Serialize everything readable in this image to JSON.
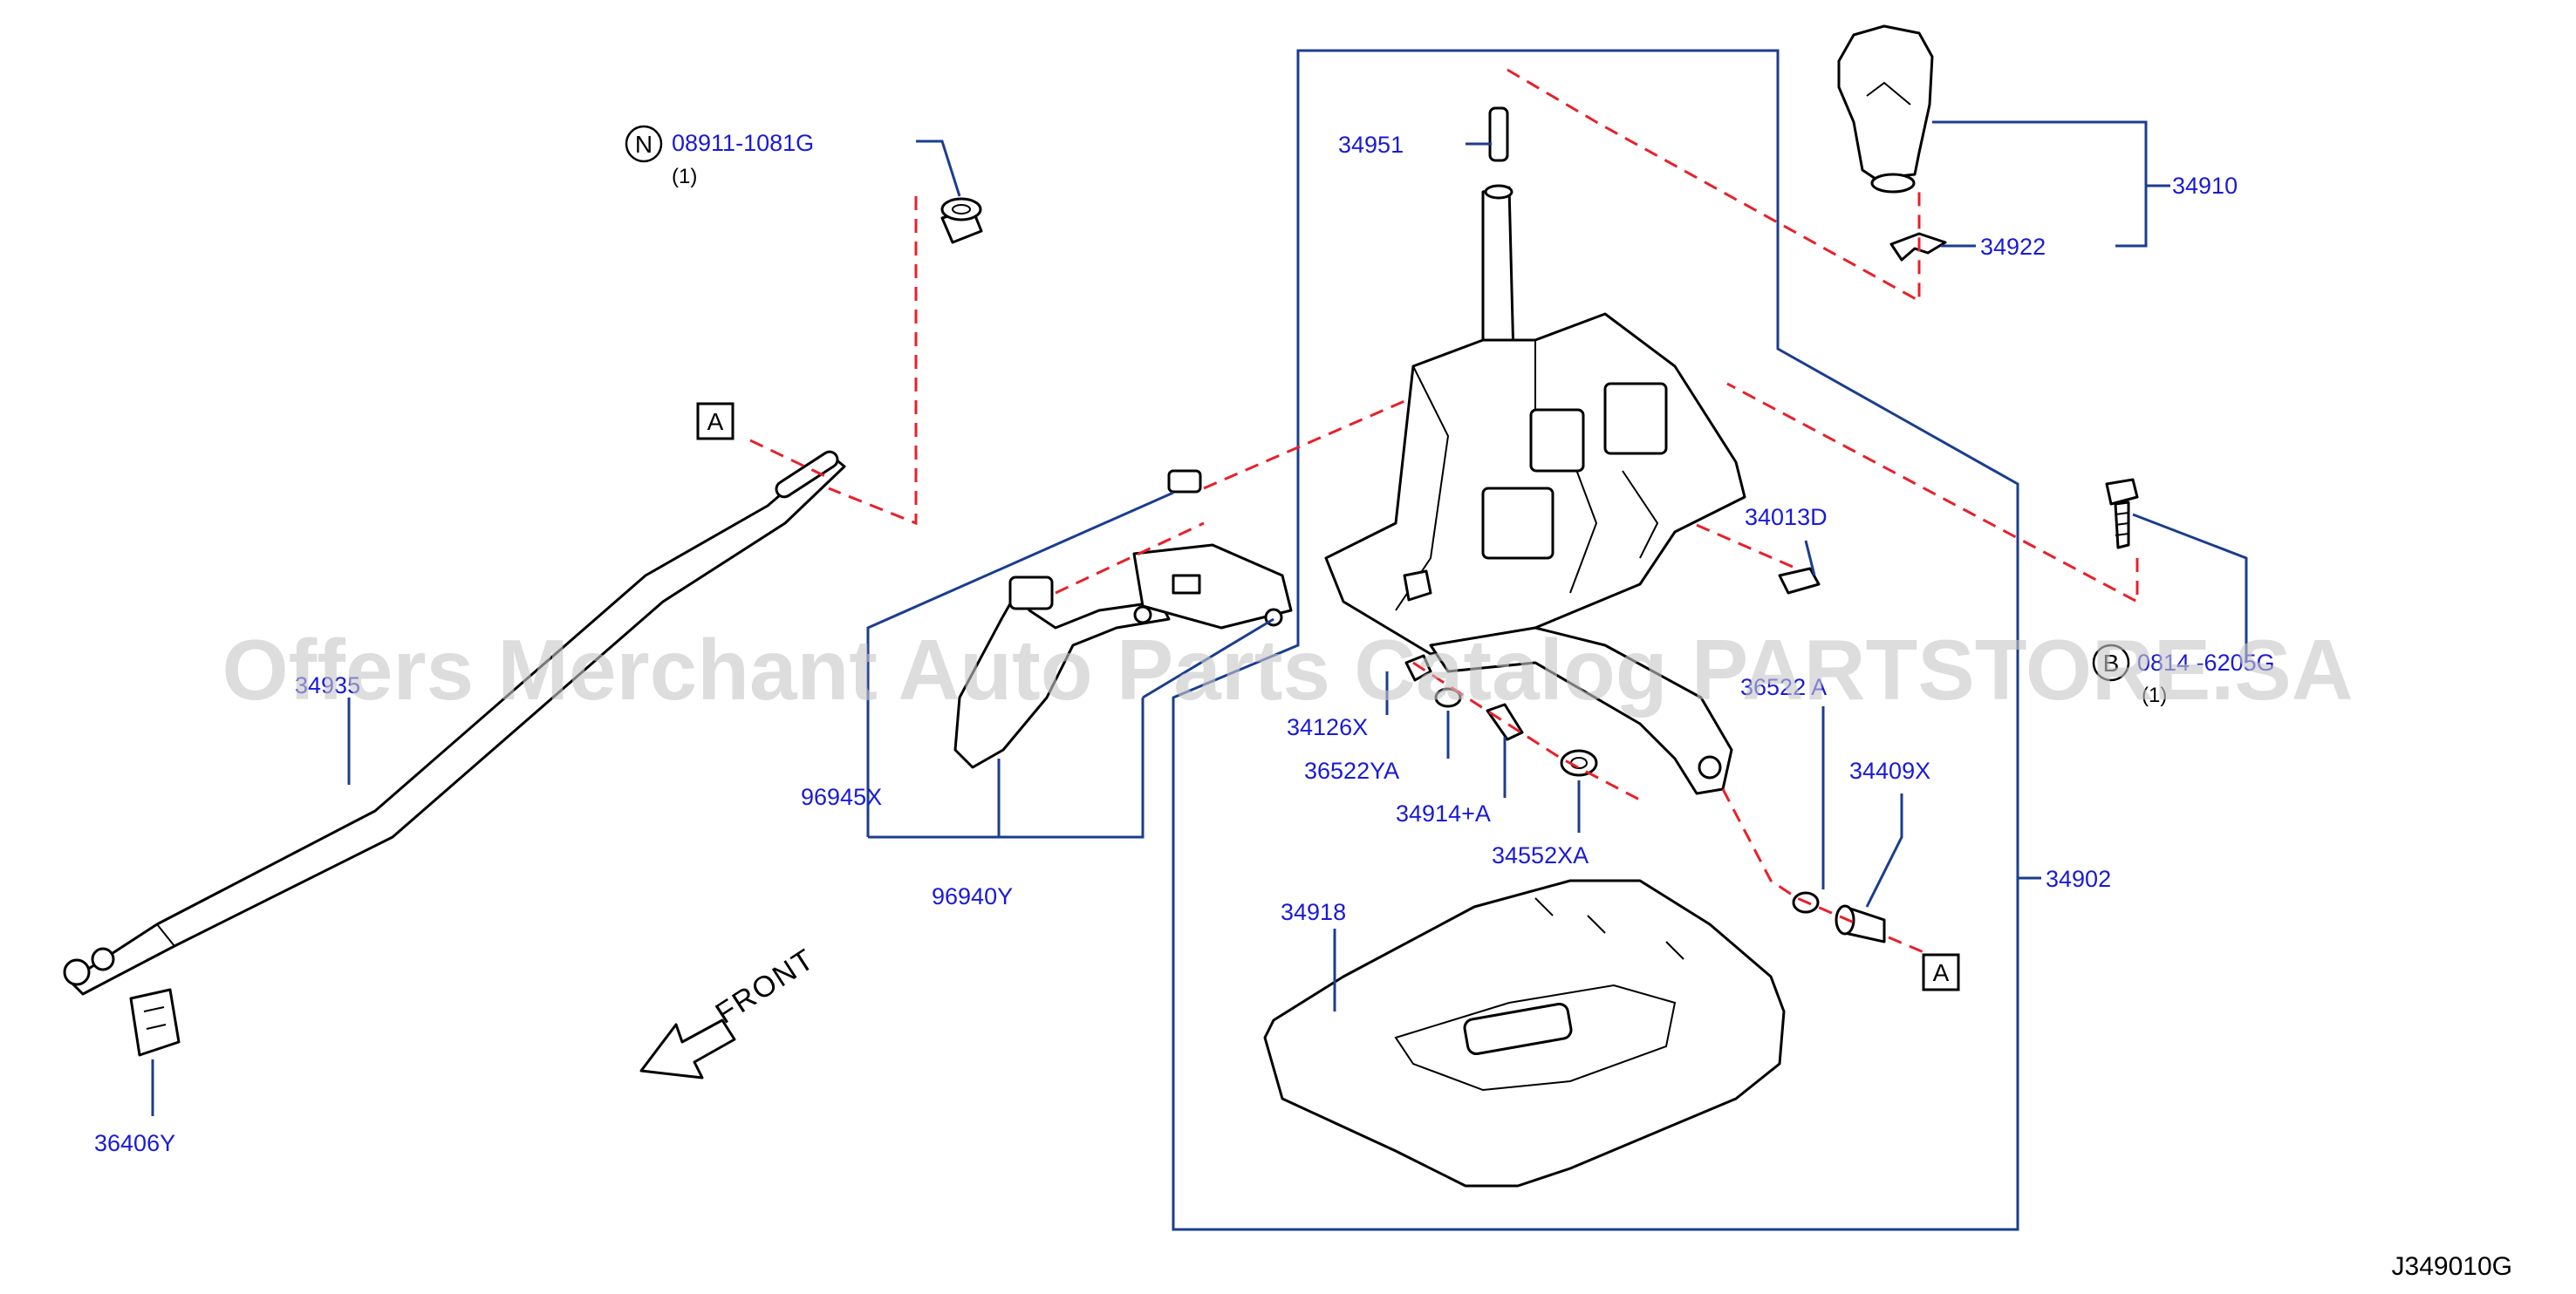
{
  "labels": {
    "p08911": "08911-1081G",
    "p08911_qty": "(1)",
    "p08911_prefix": "N",
    "p34951": "34951",
    "p34910": "34910",
    "p34922": "34922",
    "p34013D": "34013D",
    "p08146": "0814 -6205G",
    "p08146_prefix": "B",
    "p08146_qty": "(1)",
    "p36522A": "36522  A",
    "p34409X": "34409X",
    "p34126X": "34126X",
    "p36522YA": "36522YA",
    "p34914A": "34914+A",
    "p34552XA": "34552XA",
    "p34902": "34902",
    "p34918": "34918",
    "p96945X": "96945X",
    "p96940Y": "96940Y",
    "p34935": "34935",
    "p36406Y": "36406Y"
  },
  "refs": {
    "a_top": "A",
    "a_bottom": "A"
  },
  "front_label": "FRONT",
  "diagram_code": "J349010G",
  "watermark": "Offers Merchant Auto Parts Catalog PARTSTORE.SA",
  "colors": {
    "part_number": "#1a1ad6",
    "leader": "#1b3d8f",
    "dashed": "#e8202a"
  }
}
